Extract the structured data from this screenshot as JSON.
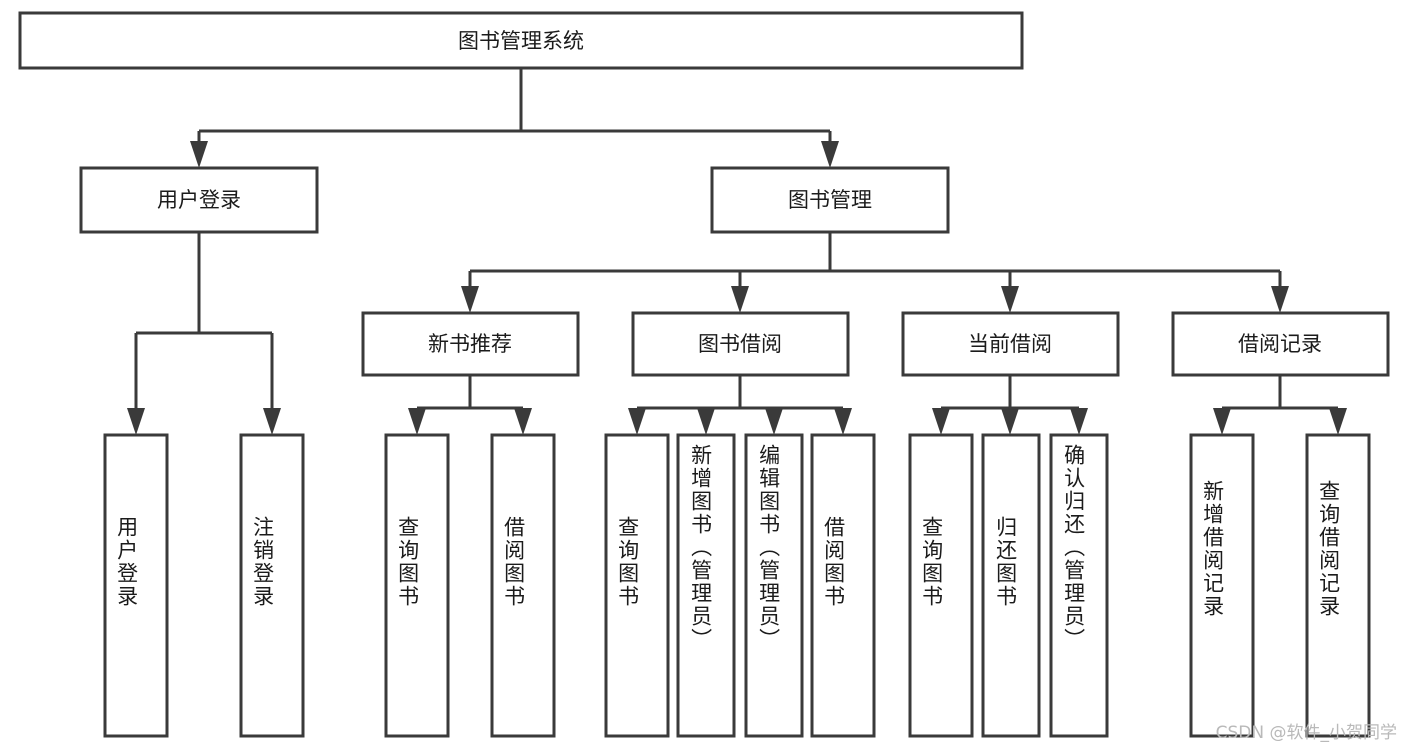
{
  "diagram": {
    "type": "tree",
    "title_node": {
      "id": "root",
      "label": "图书管理系统"
    },
    "level2": [
      {
        "id": "login",
        "label": "用户登录"
      },
      {
        "id": "bookmgmt",
        "label": "图书管理"
      }
    ],
    "level3": [
      {
        "id": "newbook",
        "label": "新书推荐",
        "parent": "bookmgmt"
      },
      {
        "id": "borrow",
        "label": "图书借阅",
        "parent": "bookmgmt"
      },
      {
        "id": "current",
        "label": "当前借阅",
        "parent": "bookmgmt"
      },
      {
        "id": "record",
        "label": "借阅记录",
        "parent": "bookmgmt"
      }
    ],
    "leaves": [
      {
        "id": "leaf-1",
        "label": "用户登录",
        "parent": "login"
      },
      {
        "id": "leaf-2",
        "label": "注销登录",
        "parent": "login"
      },
      {
        "id": "leaf-3",
        "label": "查询图书",
        "parent": "newbook"
      },
      {
        "id": "leaf-4",
        "label": "借阅图书",
        "parent": "newbook"
      },
      {
        "id": "leaf-5",
        "label": "查询图书",
        "parent": "borrow"
      },
      {
        "id": "leaf-6",
        "label": "新增图书（管理员）",
        "parent": "borrow"
      },
      {
        "id": "leaf-7",
        "label": "编辑图书（管理员）",
        "parent": "borrow"
      },
      {
        "id": "leaf-8",
        "label": "借阅图书",
        "parent": "borrow"
      },
      {
        "id": "leaf-9",
        "label": "查询图书",
        "parent": "current"
      },
      {
        "id": "leaf-10",
        "label": "归还图书",
        "parent": "current"
      },
      {
        "id": "leaf-11",
        "label": "确认归还（管理员）",
        "parent": "current"
      },
      {
        "id": "leaf-12",
        "label": "新增借阅记录",
        "parent": "record"
      },
      {
        "id": "leaf-13",
        "label": "查询借阅记录",
        "parent": "record"
      }
    ],
    "colors": {
      "box_stroke": "#3a3a3a",
      "box_fill": "#ffffff",
      "text": "#1b1b1b",
      "background": "#ffffff",
      "watermark": "#b9b9b9"
    }
  },
  "watermark": {
    "text": "CSDN @软件_小贺同学"
  }
}
